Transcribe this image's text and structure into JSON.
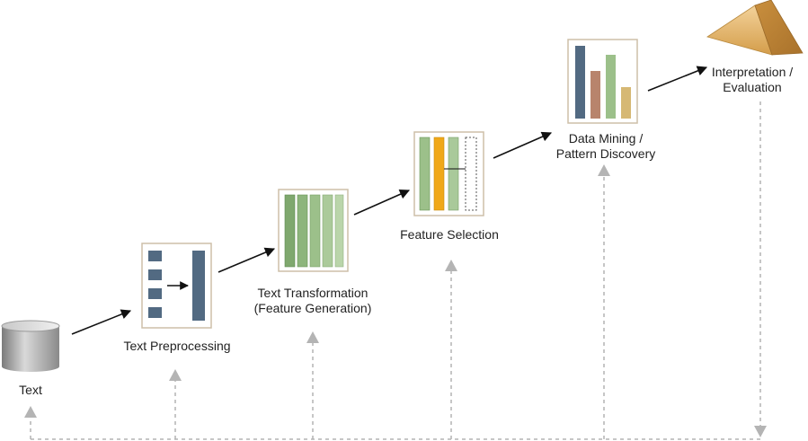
{
  "stages": {
    "text": {
      "label": "Text"
    },
    "preprocessing": {
      "label": "Text Preprocessing"
    },
    "transformation": {
      "line1": "Text Transformation",
      "line2": "(Feature Generation)"
    },
    "selection": {
      "label": "Feature Selection"
    },
    "mining": {
      "line1": "Data Mining /",
      "line2": "Pattern Discovery"
    },
    "interpretation": {
      "line1": "Interpretation /",
      "line2": "Evaluation"
    }
  },
  "icons": {
    "text": "database-cylinder-icon",
    "preprocessing": "preprocessing-blocks-icon",
    "transformation": "feature-columns-icon",
    "selection": "feature-selection-icon",
    "mining": "bar-chart-icon",
    "interpretation": "pyramid-icon"
  },
  "colors": {
    "slate_blue": "#526a82",
    "green": "#9cc08a",
    "orange": "#f0a818",
    "brown": "#b8846c",
    "tan": "#d6b874",
    "gold": "#d8a650",
    "dashed_arrow": "#b4b4b4",
    "arrow": "#111111"
  }
}
